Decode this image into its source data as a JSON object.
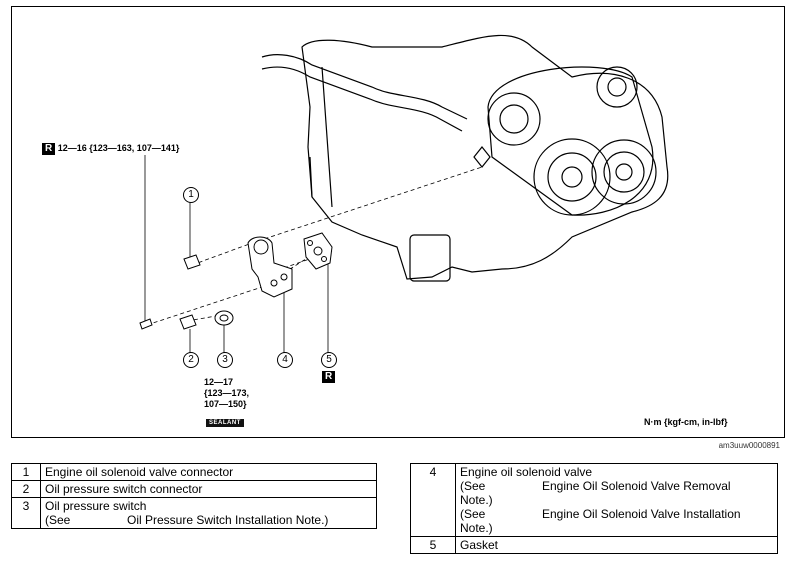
{
  "figure": {
    "torque_top": "12—16 {123—163, 107—141}",
    "torque_bottom_1": "12—17",
    "torque_bottom_2": "{123—173,",
    "torque_bottom_3": "107—150}",
    "r_mark": "R",
    "sealant": "SEALANT",
    "units": "N·m {kgf-cm, in-lbf}",
    "figure_id": "am3uuw0000891",
    "callouts": [
      "1",
      "2",
      "3",
      "4",
      "5"
    ]
  },
  "legend_left": [
    {
      "num": "1",
      "text": "Engine oil solenoid valve connector"
    },
    {
      "num": "2",
      "text": "Oil pressure switch connector"
    },
    {
      "num": "3",
      "text": "Oil pressure switch",
      "see": "(See",
      "note": "Oil Pressure Switch Installation Note.)"
    }
  ],
  "legend_right": [
    {
      "num": "4",
      "text": "Engine oil solenoid valve",
      "see1": "(See",
      "note1": "Engine Oil Solenoid Valve Removal",
      "note1b": "Note.)",
      "see2": "(See",
      "note2": "Engine Oil Solenoid Valve Installation",
      "note2b": "Note.)"
    },
    {
      "num": "5",
      "text": "Gasket"
    }
  ]
}
